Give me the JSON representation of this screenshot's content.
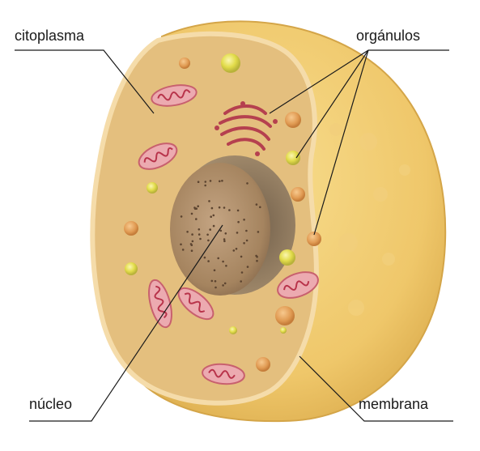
{
  "labels": {
    "citoplasma": "citoplasma",
    "organulos": "orgánulos",
    "nucleo": "núcleo",
    "membrana": "membrana"
  },
  "colors": {
    "membrane_outer": "#efc76a",
    "membrane_shadow": "#d9a94a",
    "cytoplasm": "#e4bf7e",
    "cut_edge": "#f3d9a6",
    "nucleus_cavity": "#8c7860",
    "nucleus": "#b09070",
    "mitochondria": "#e79aa0",
    "mitochondria_inner": "#b8334a",
    "golgi": "#b5404f",
    "vesicle_yellow": "#e8e05a",
    "vesicle_orange": "#e0a25a",
    "leader_line": "#1a1a1a"
  }
}
